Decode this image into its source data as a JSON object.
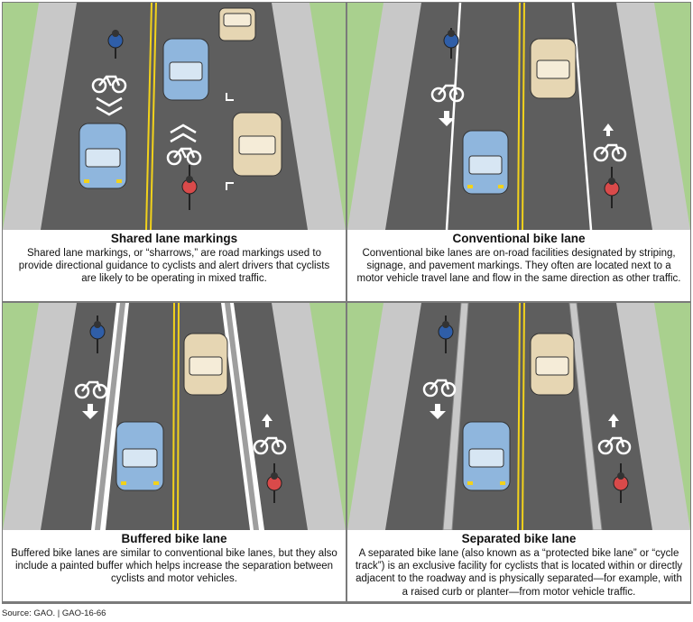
{
  "panels": [
    {
      "title": "Shared lane markings",
      "text": "Shared lane markings, or “sharrows,” are road markings used to provide directional guidance to cyclists and alert drivers that cyclists are likely to be operating in mixed traffic."
    },
    {
      "title": "Conventional bike lane",
      "text": "Conventional bike lanes are on-road facilities designated by striping, signage, and pavement markings. They often are located next to a motor vehicle travel lane and flow in the same direction as other traffic."
    },
    {
      "title": "Buffered bike lane",
      "text": "Buffered bike lanes are similar to conventional bike lanes, but they also include a painted buffer which helps increase the separation between cyclists and motor vehicles."
    },
    {
      "title": "Separated bike lane",
      "text": "A separated bike lane (also known as a “protected bike lane” or “cycle track”) is an exclusive facility for cyclists that is located within or directly adjacent to the roadway and is physically separated—for example, with a raised curb or planter—from motor vehicle traffic."
    }
  ],
  "source": "Source: GAO.  |  GAO-16-66",
  "colors": {
    "grass": "#a9d08e",
    "sidewalk": "#c8c8c8",
    "road": "#5e5e5e",
    "yellow": "#f2d21b",
    "blueCar": "#8fb6dd",
    "tanCar": "#e6d6b3",
    "rider": "#d94a4a",
    "riderBlue": "#2f5ea8"
  }
}
